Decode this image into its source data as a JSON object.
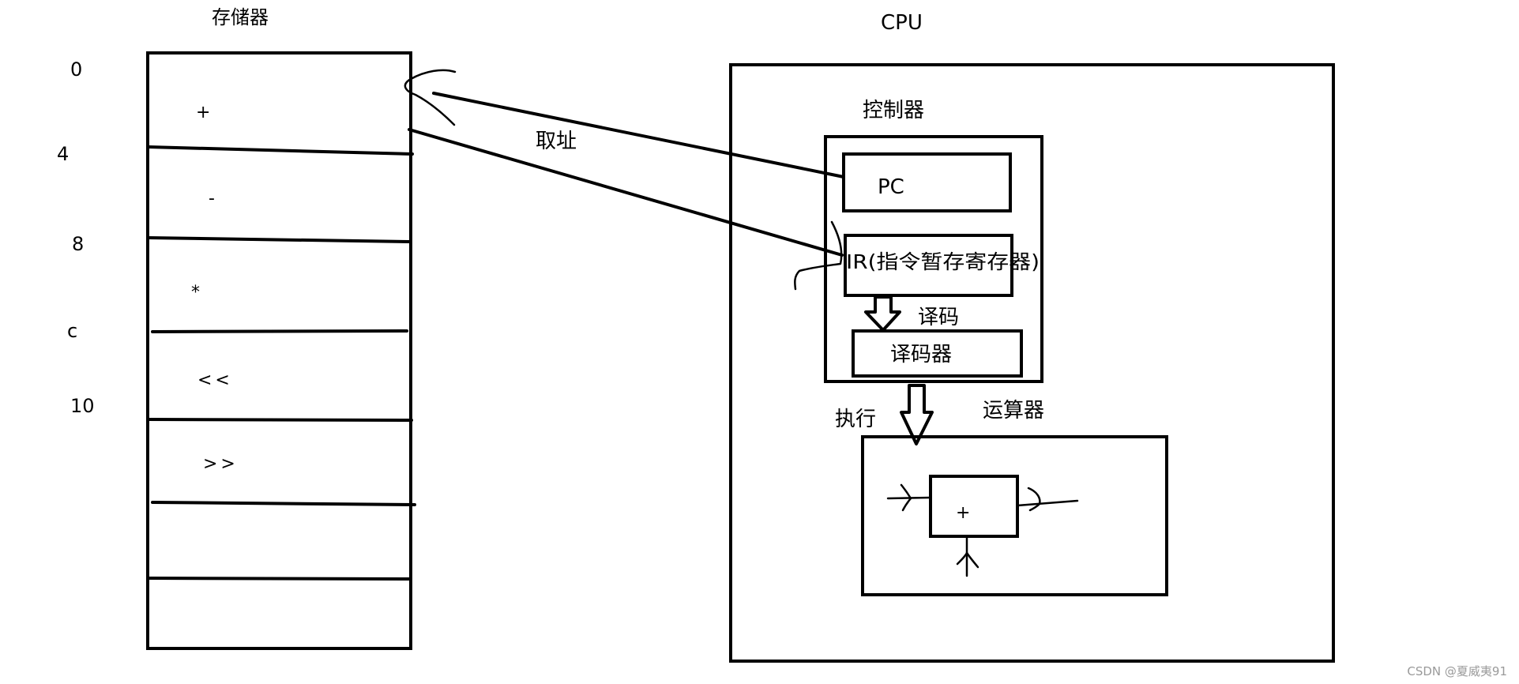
{
  "memory": {
    "title": "存储器",
    "addresses": [
      "0",
      "4",
      "8",
      "c",
      "10"
    ],
    "cells": [
      "+",
      "-",
      "*",
      "<<",
      ">>",
      "",
      ""
    ]
  },
  "cpu": {
    "title": "CPU",
    "controller": {
      "title": "控制器",
      "pc_label": "PC",
      "ir_label": "IR(指令暂存寄存器)",
      "decode_label": "译码",
      "decoder_label": "译码器"
    },
    "execute_label": "执行",
    "alu": {
      "title": "运算器",
      "unit_symbol": "+"
    }
  },
  "fetch_label": "取址",
  "watermark": "CSDN @夏威夷91"
}
